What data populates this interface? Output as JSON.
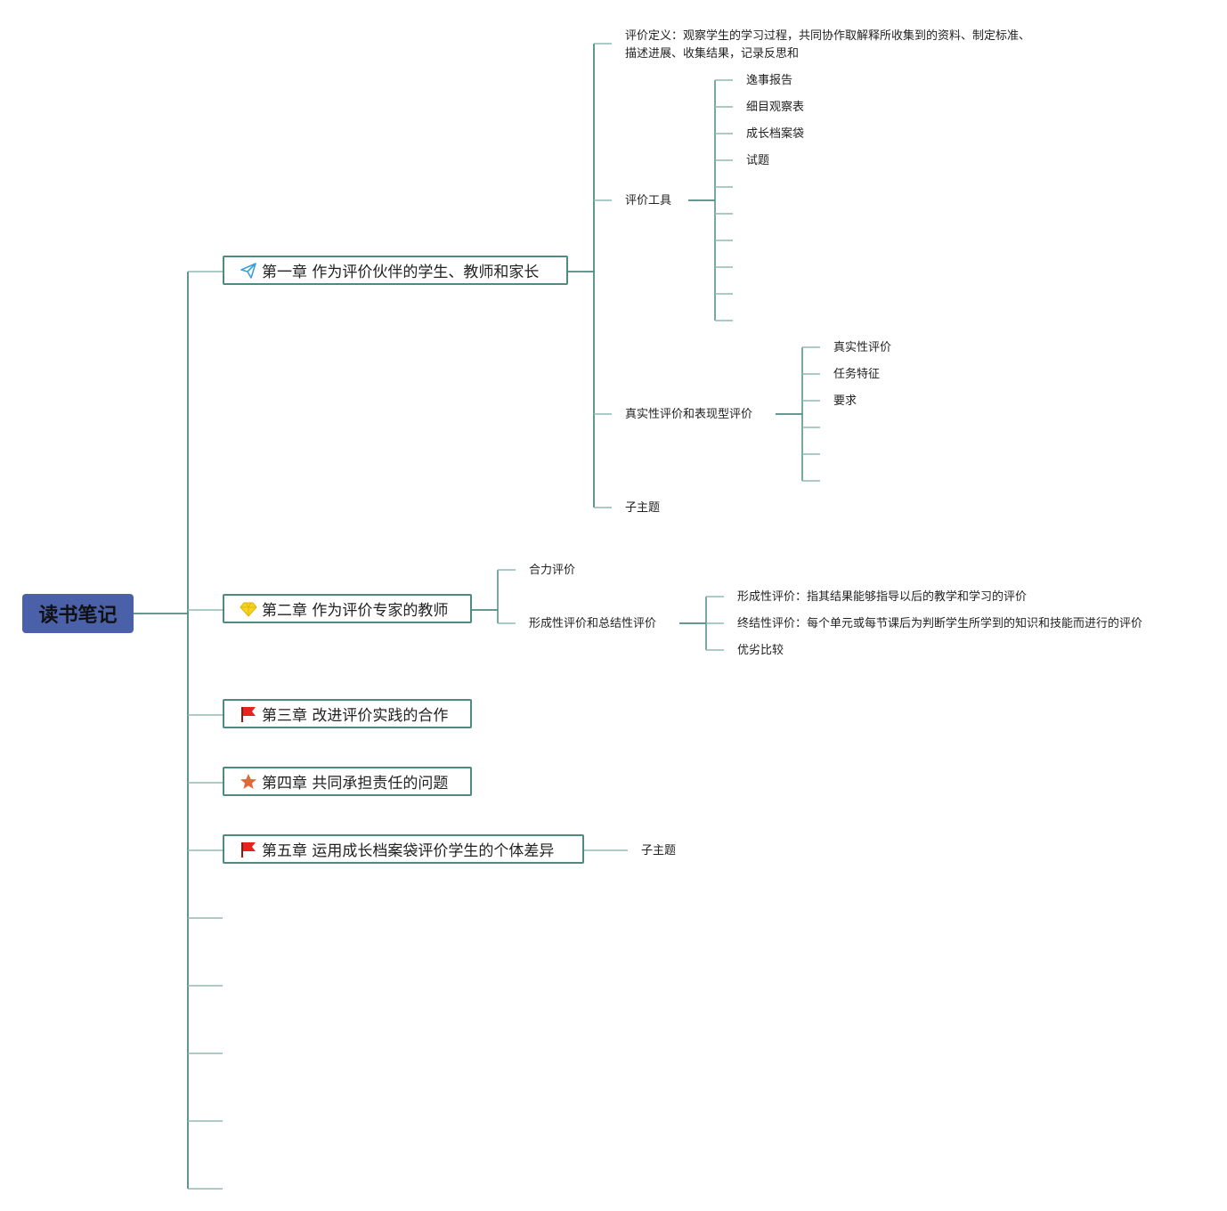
{
  "root": {
    "label": "读书笔记"
  },
  "chapters": [
    {
      "label": "第一章 作为评价伙伴的学生、教师和家长",
      "icon": "paper-plane-icon"
    },
    {
      "label": "第二章 作为评价专家的教师",
      "icon": "diamond-icon"
    },
    {
      "label": "第三章 改进评价实践的合作",
      "icon": "red-flag-icon"
    },
    {
      "label": "第四章 共同承担责任的问题",
      "icon": "star-icon"
    },
    {
      "label": "第五章 运用成长档案袋评价学生的个体差异",
      "icon": "red-flag-icon"
    }
  ],
  "ch1": {
    "definition_line1": "评价定义：观察学生的学习过程，共同协作取解释所收集到的资料、制定标准、",
    "definition_line2": "描述进展、收集结果，记录反思和",
    "tools": {
      "label": "评价工具",
      "items": [
        "逸事报告",
        "细目观察表",
        "成长档案袋",
        "试题"
      ]
    },
    "authentic": {
      "label": "真实性评价和表现型评价",
      "items": [
        "真实性评价",
        "任务特征",
        "要求"
      ]
    },
    "subtopic": "子主题"
  },
  "ch2": {
    "joint": "合力评价",
    "formative": {
      "label": "形成性评价和总结性评价",
      "items": [
        "形成性评价：指其结果能够指导以后的教学和学习的评价",
        "终结性评价：每个单元或每节课后为判断学生所学到的知识和技能而进行的评价",
        "优劣比较"
      ]
    }
  },
  "ch5": {
    "subtopic": "子主题"
  },
  "colors": {
    "root_fill": "#4a60a8",
    "chapter_border": "#4e8a80",
    "main_line": "#4e8a80",
    "branch_line": "#8fbcb4",
    "flag_red": "#e8231c",
    "star_orange": "#e0693a",
    "diamond_yellow": "#f5d327",
    "plane_blue": "#3aa0d8"
  }
}
